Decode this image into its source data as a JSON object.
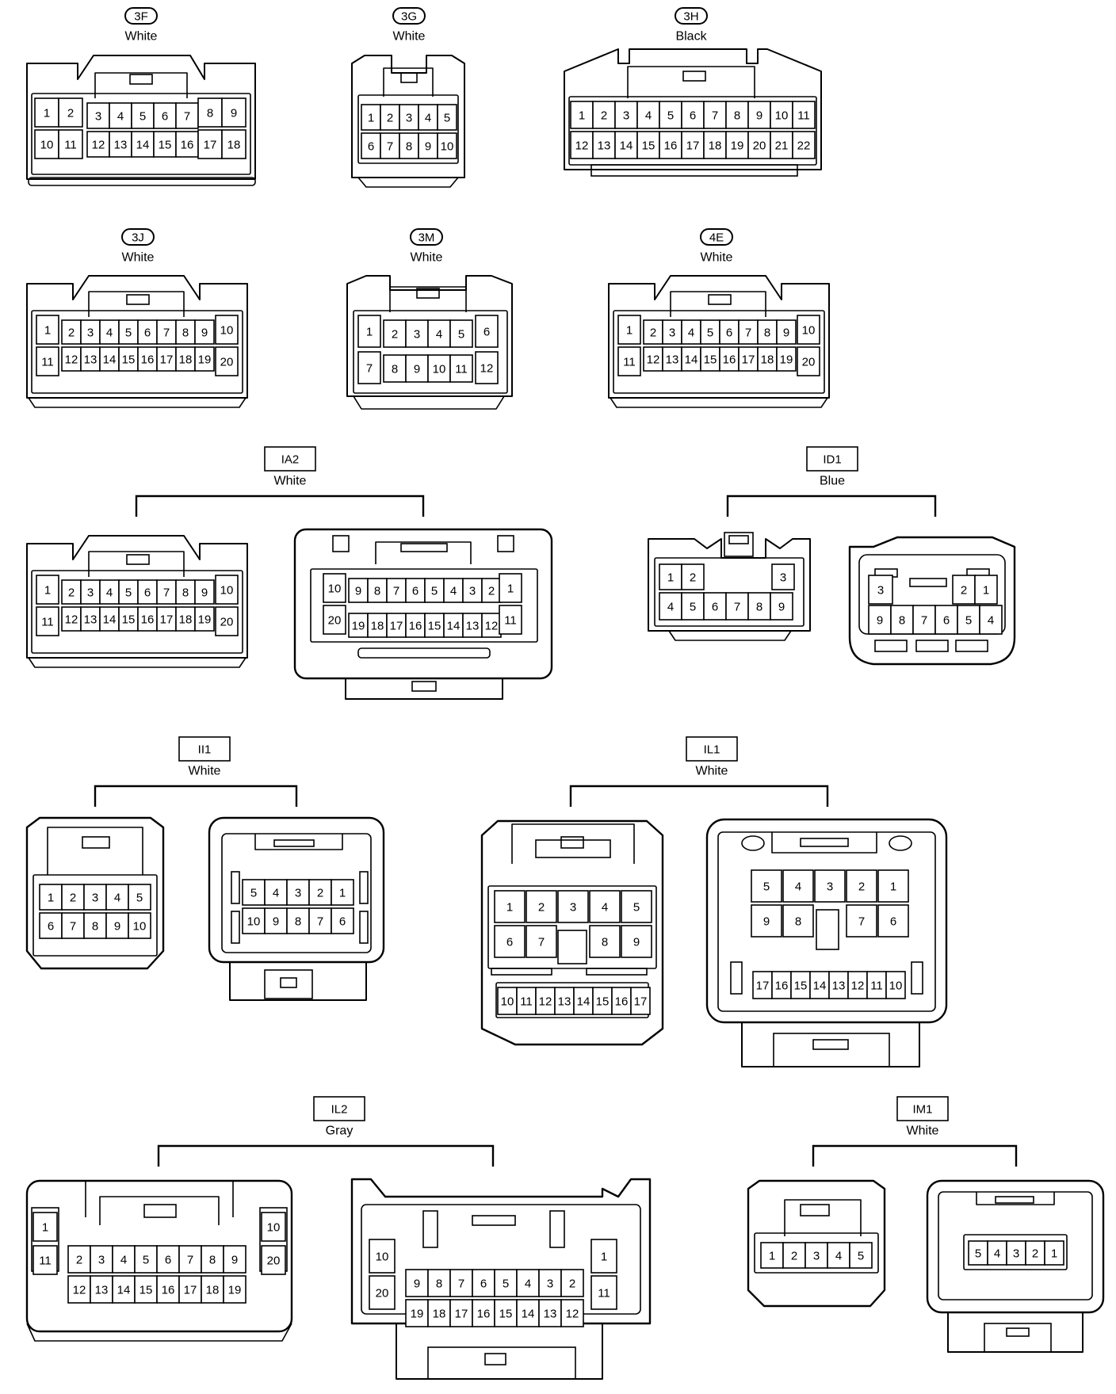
{
  "connectors": [
    {
      "id": "3F",
      "label": "3F",
      "color": "White",
      "tag": "oval",
      "views": [
        {
          "kind": "detailed",
          "rows": [
            [
              "1",
              "2",
              "3",
              "4",
              "5",
              "6",
              "7",
              "8",
              "9"
            ],
            [
              "10",
              "11",
              "12",
              "13",
              "14",
              "15",
              "16",
              "17",
              "18"
            ]
          ]
        }
      ]
    },
    {
      "id": "3G",
      "label": "3G",
      "color": "White",
      "tag": "oval",
      "views": [
        {
          "kind": "detailed",
          "rows": [
            [
              "1",
              "2",
              "3",
              "4",
              "5"
            ],
            [
              "6",
              "7",
              "8",
              "9",
              "10"
            ]
          ]
        }
      ]
    },
    {
      "id": "3H",
      "label": "3H",
      "color": "Black",
      "tag": "oval",
      "views": [
        {
          "kind": "detailed",
          "rows": [
            [
              "1",
              "2",
              "3",
              "4",
              "5",
              "6",
              "7",
              "8",
              "9",
              "10",
              "11"
            ],
            [
              "12",
              "13",
              "14",
              "15",
              "16",
              "17",
              "18",
              "19",
              "20",
              "21",
              "22"
            ]
          ]
        }
      ]
    },
    {
      "id": "3J",
      "label": "3J",
      "color": "White",
      "tag": "oval",
      "views": [
        {
          "kind": "detailed",
          "rows": [
            [
              "1",
              "2",
              "3",
              "4",
              "5",
              "6",
              "7",
              "8",
              "9",
              "10"
            ],
            [
              "11",
              "12",
              "13",
              "14",
              "15",
              "16",
              "17",
              "18",
              "19",
              "20"
            ]
          ]
        }
      ]
    },
    {
      "id": "3M",
      "label": "3M",
      "color": "White",
      "tag": "oval",
      "views": [
        {
          "kind": "detailed",
          "rows": [
            [
              "1",
              "2",
              "3",
              "4",
              "5",
              "6"
            ],
            [
              "7",
              "8",
              "9",
              "10",
              "11",
              "12"
            ]
          ]
        }
      ]
    },
    {
      "id": "4E",
      "label": "4E",
      "color": "White",
      "tag": "oval",
      "views": [
        {
          "kind": "detailed",
          "rows": [
            [
              "1",
              "2",
              "3",
              "4",
              "5",
              "6",
              "7",
              "8",
              "9",
              "10"
            ],
            [
              "11",
              "12",
              "13",
              "14",
              "15",
              "16",
              "17",
              "18",
              "19",
              "20"
            ]
          ]
        }
      ]
    },
    {
      "id": "IA2",
      "label": "IA2",
      "color": "White",
      "tag": "box",
      "views": [
        {
          "kind": "detailed",
          "rows": [
            [
              "1",
              "2",
              "3",
              "4",
              "5",
              "6",
              "7",
              "8",
              "9",
              "10"
            ],
            [
              "11",
              "12",
              "13",
              "14",
              "15",
              "16",
              "17",
              "18",
              "19",
              "20"
            ]
          ]
        },
        {
          "kind": "mating",
          "rows": [
            [
              "10",
              "9",
              "8",
              "7",
              "6",
              "5",
              "4",
              "3",
              "2",
              "1"
            ],
            [
              "20",
              "19",
              "18",
              "17",
              "16",
              "15",
              "14",
              "13",
              "12",
              "11"
            ]
          ]
        }
      ]
    },
    {
      "id": "ID1",
      "label": "ID1",
      "color": "Blue",
      "tag": "box",
      "views": [
        {
          "kind": "detailed",
          "rows": [
            [
              "1",
              "2",
              "3"
            ],
            [
              "4",
              "5",
              "6",
              "7",
              "8",
              "9"
            ]
          ]
        },
        {
          "kind": "mating",
          "rows": [
            [
              "3",
              "2",
              "1"
            ],
            [
              "9",
              "8",
              "7",
              "6",
              "5",
              "4"
            ]
          ]
        }
      ]
    },
    {
      "id": "II1",
      "label": "II1",
      "color": "White",
      "tag": "box",
      "views": [
        {
          "kind": "detailed",
          "rows": [
            [
              "1",
              "2",
              "3",
              "4",
              "5"
            ],
            [
              "6",
              "7",
              "8",
              "9",
              "10"
            ]
          ]
        },
        {
          "kind": "mating",
          "rows": [
            [
              "5",
              "4",
              "3",
              "2",
              "1"
            ],
            [
              "10",
              "9",
              "8",
              "7",
              "6"
            ]
          ]
        }
      ]
    },
    {
      "id": "IL1",
      "label": "IL1",
      "color": "White",
      "tag": "box",
      "views": [
        {
          "kind": "detailed",
          "rows": [
            [
              "1",
              "2",
              "3",
              "4",
              "5"
            ],
            [
              "6",
              "7",
              "8",
              "9"
            ],
            [
              "10",
              "11",
              "12",
              "13",
              "14",
              "15",
              "16",
              "17"
            ]
          ]
        },
        {
          "kind": "mating",
          "rows": [
            [
              "5",
              "4",
              "3",
              "2",
              "1"
            ],
            [
              "9",
              "8",
              "7",
              "6"
            ],
            [
              "17",
              "16",
              "15",
              "14",
              "13",
              "12",
              "11",
              "10"
            ]
          ]
        }
      ]
    },
    {
      "id": "IL2",
      "label": "IL2",
      "color": "Gray",
      "tag": "box",
      "views": [
        {
          "kind": "detailed",
          "rows": [
            [
              "1",
              "2",
              "3",
              "4",
              "5",
              "6",
              "7",
              "8",
              "9",
              "10"
            ],
            [
              "11",
              "12",
              "13",
              "14",
              "15",
              "16",
              "17",
              "18",
              "19",
              "20"
            ]
          ]
        },
        {
          "kind": "mating",
          "rows": [
            [
              "10",
              "9",
              "8",
              "7",
              "6",
              "5",
              "4",
              "3",
              "2",
              "1"
            ],
            [
              "20",
              "19",
              "18",
              "17",
              "16",
              "15",
              "14",
              "13",
              "12",
              "11"
            ]
          ]
        }
      ]
    },
    {
      "id": "IM1",
      "label": "IM1",
      "color": "White",
      "tag": "box",
      "views": [
        {
          "kind": "detailed",
          "rows": [
            [
              "1",
              "2",
              "3",
              "4",
              "5"
            ]
          ]
        },
        {
          "kind": "mating",
          "rows": [
            [
              "5",
              "4",
              "3",
              "2",
              "1"
            ]
          ]
        }
      ]
    }
  ]
}
